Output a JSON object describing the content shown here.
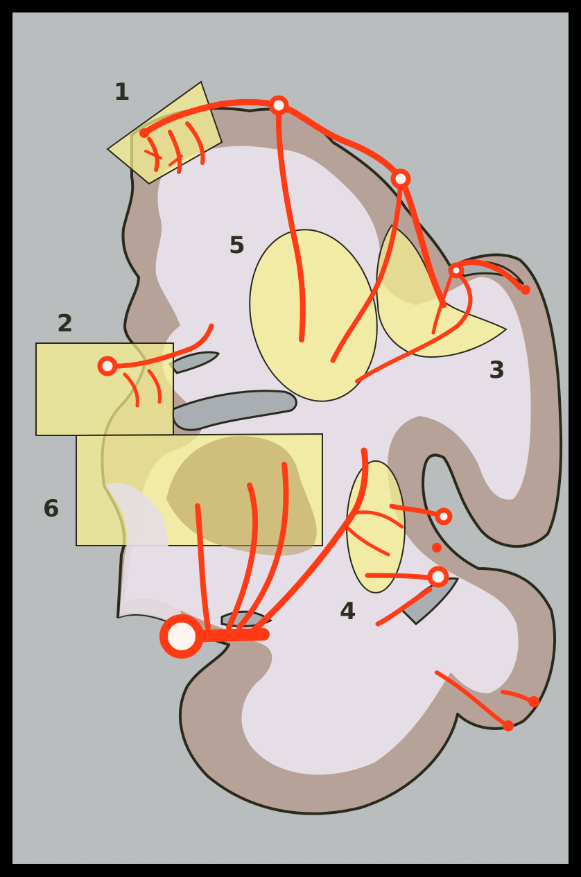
{
  "labels": {
    "n1": "1",
    "n2": "2",
    "n3": "3",
    "n4": "4",
    "n5": "5",
    "n6": "6"
  },
  "colors": {
    "frame": "#000000",
    "background": "#b9bdbd",
    "cortex": "#b7a29a",
    "white_matter": "#e6dee6",
    "ventricle": "#a8aeb1",
    "vessel": "#ff3a14",
    "highlight": "#f6f08e",
    "outline": "#2a2a1c",
    "label": "#2d2d22"
  }
}
